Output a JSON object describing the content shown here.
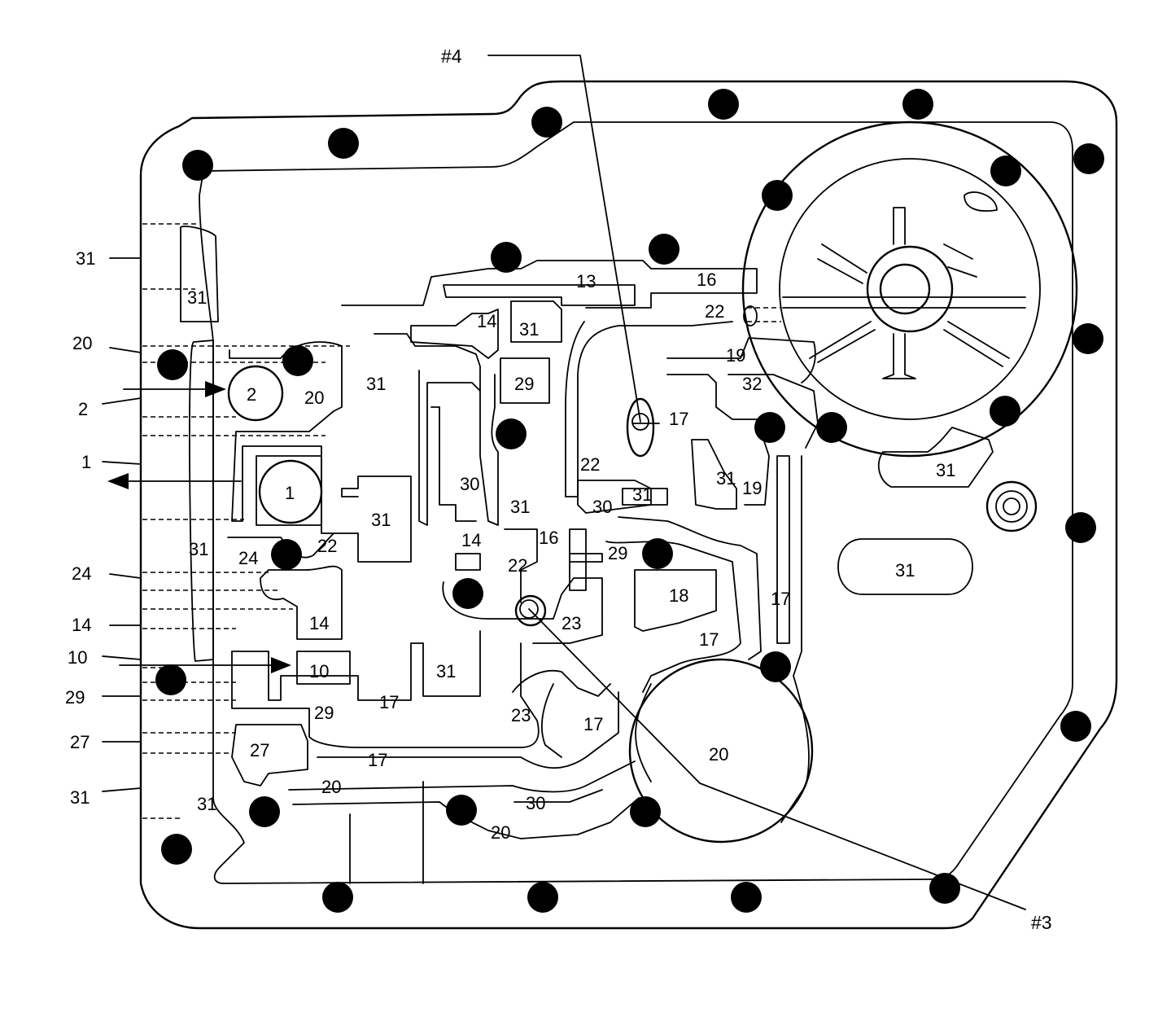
{
  "callouts": {
    "check_ball_4": "#4",
    "check_ball_3": "#3"
  },
  "left_labels": [
    "31",
    "20",
    "2",
    "1",
    "24",
    "14",
    "10",
    "29",
    "27",
    "31"
  ],
  "passage_labels": {
    "p13": "13",
    "p16_top": "16",
    "p22_top": "22",
    "p14_top": "14",
    "p31_a": "31",
    "p29_a": "29",
    "p31_b": "31",
    "p19_a": "19",
    "p32": "32",
    "p17_a": "17",
    "p31_box": "31",
    "p2": "2",
    "p20_a": "20",
    "p31_c": "31",
    "p1": "1",
    "p31_d": "31",
    "p30_a": "30",
    "p31_e": "31",
    "p22_b": "22",
    "p31_f": "31",
    "p30_b": "30",
    "p31_g": "31",
    "p19_b": "19",
    "p14_b": "14",
    "p16_b": "16",
    "p31_h": "31",
    "p24": "24",
    "p22_c": "22",
    "p22_d": "22",
    "p29_b": "29",
    "p31_oval": "31",
    "p18": "18",
    "p14_box": "14",
    "p23_a": "23",
    "p17_b": "17",
    "p17_c": "17",
    "p10": "10",
    "p31_i": "31",
    "p29_c": "29",
    "p17_d": "17",
    "p23_b": "23",
    "p17_e": "17",
    "p20_big": "20",
    "p27": "27",
    "p17_f": "17",
    "p20_b": "20",
    "p31_j": "31",
    "p30_c": "30",
    "p20_c": "20"
  }
}
